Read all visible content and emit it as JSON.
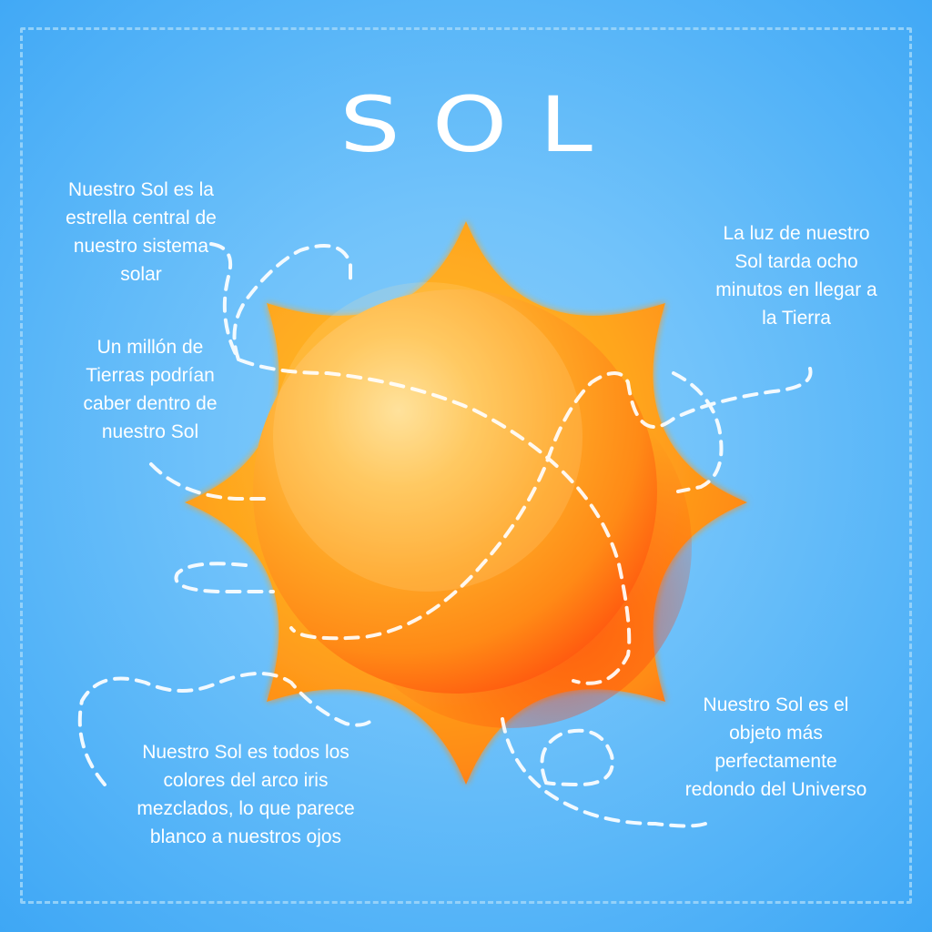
{
  "title": "SOL",
  "colors": {
    "background_center": "#86ccfb",
    "background_edge": "#3ea7f5",
    "frame_dash": "#a0d7fa",
    "sun_light": "#ffe08a",
    "sun_mid": "#ffa51e",
    "sun_dark": "#ff5a0f",
    "text": "#ffffff"
  },
  "facts": [
    {
      "id": "central-star",
      "lines": [
        "Nuestro Sol es la",
        "estrella central de",
        "nuestro sistema",
        "solar"
      ]
    },
    {
      "id": "million-earths",
      "lines": [
        "Un millón de",
        "Tierras podrían",
        "caber dentro de",
        "nuestro Sol"
      ]
    },
    {
      "id": "light-travel",
      "lines": [
        "La luz de nuestro",
        "Sol tarda ocho",
        "minutos en llegar a",
        "la Tierra"
      ]
    },
    {
      "id": "rainbow-colors",
      "lines": [
        "Nuestro Sol es todos los",
        "colores del arco iris",
        "mezclados, lo que parece",
        "blanco a nuestros ojos"
      ]
    },
    {
      "id": "most-round",
      "lines": [
        "Nuestro Sol es el",
        "objeto más",
        "perfectamente",
        "redondo del Universo"
      ]
    }
  ],
  "illustration": {
    "icon": "sun-icon",
    "points": 8
  }
}
